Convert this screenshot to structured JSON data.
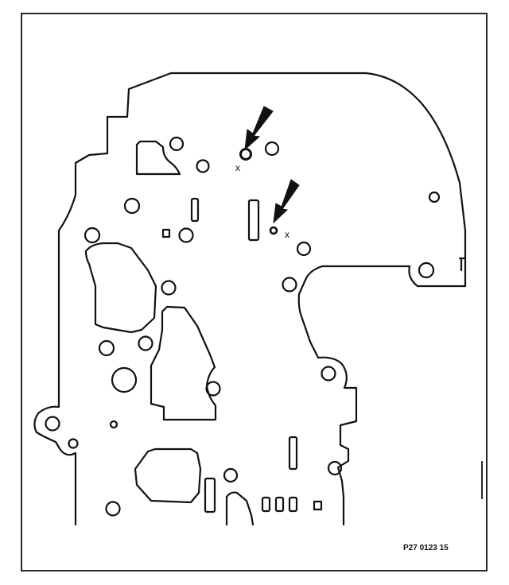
{
  "diagram": {
    "reference_code": "P27 0123 15",
    "marker_left": "x",
    "marker_right": "x",
    "arrows": [
      {
        "id": "upper",
        "points_to": "upper-marked-hole"
      },
      {
        "id": "lower",
        "points_to": "lower-marked-hole"
      }
    ],
    "colors": {
      "line": "#111111",
      "background": "#ffffff"
    }
  }
}
